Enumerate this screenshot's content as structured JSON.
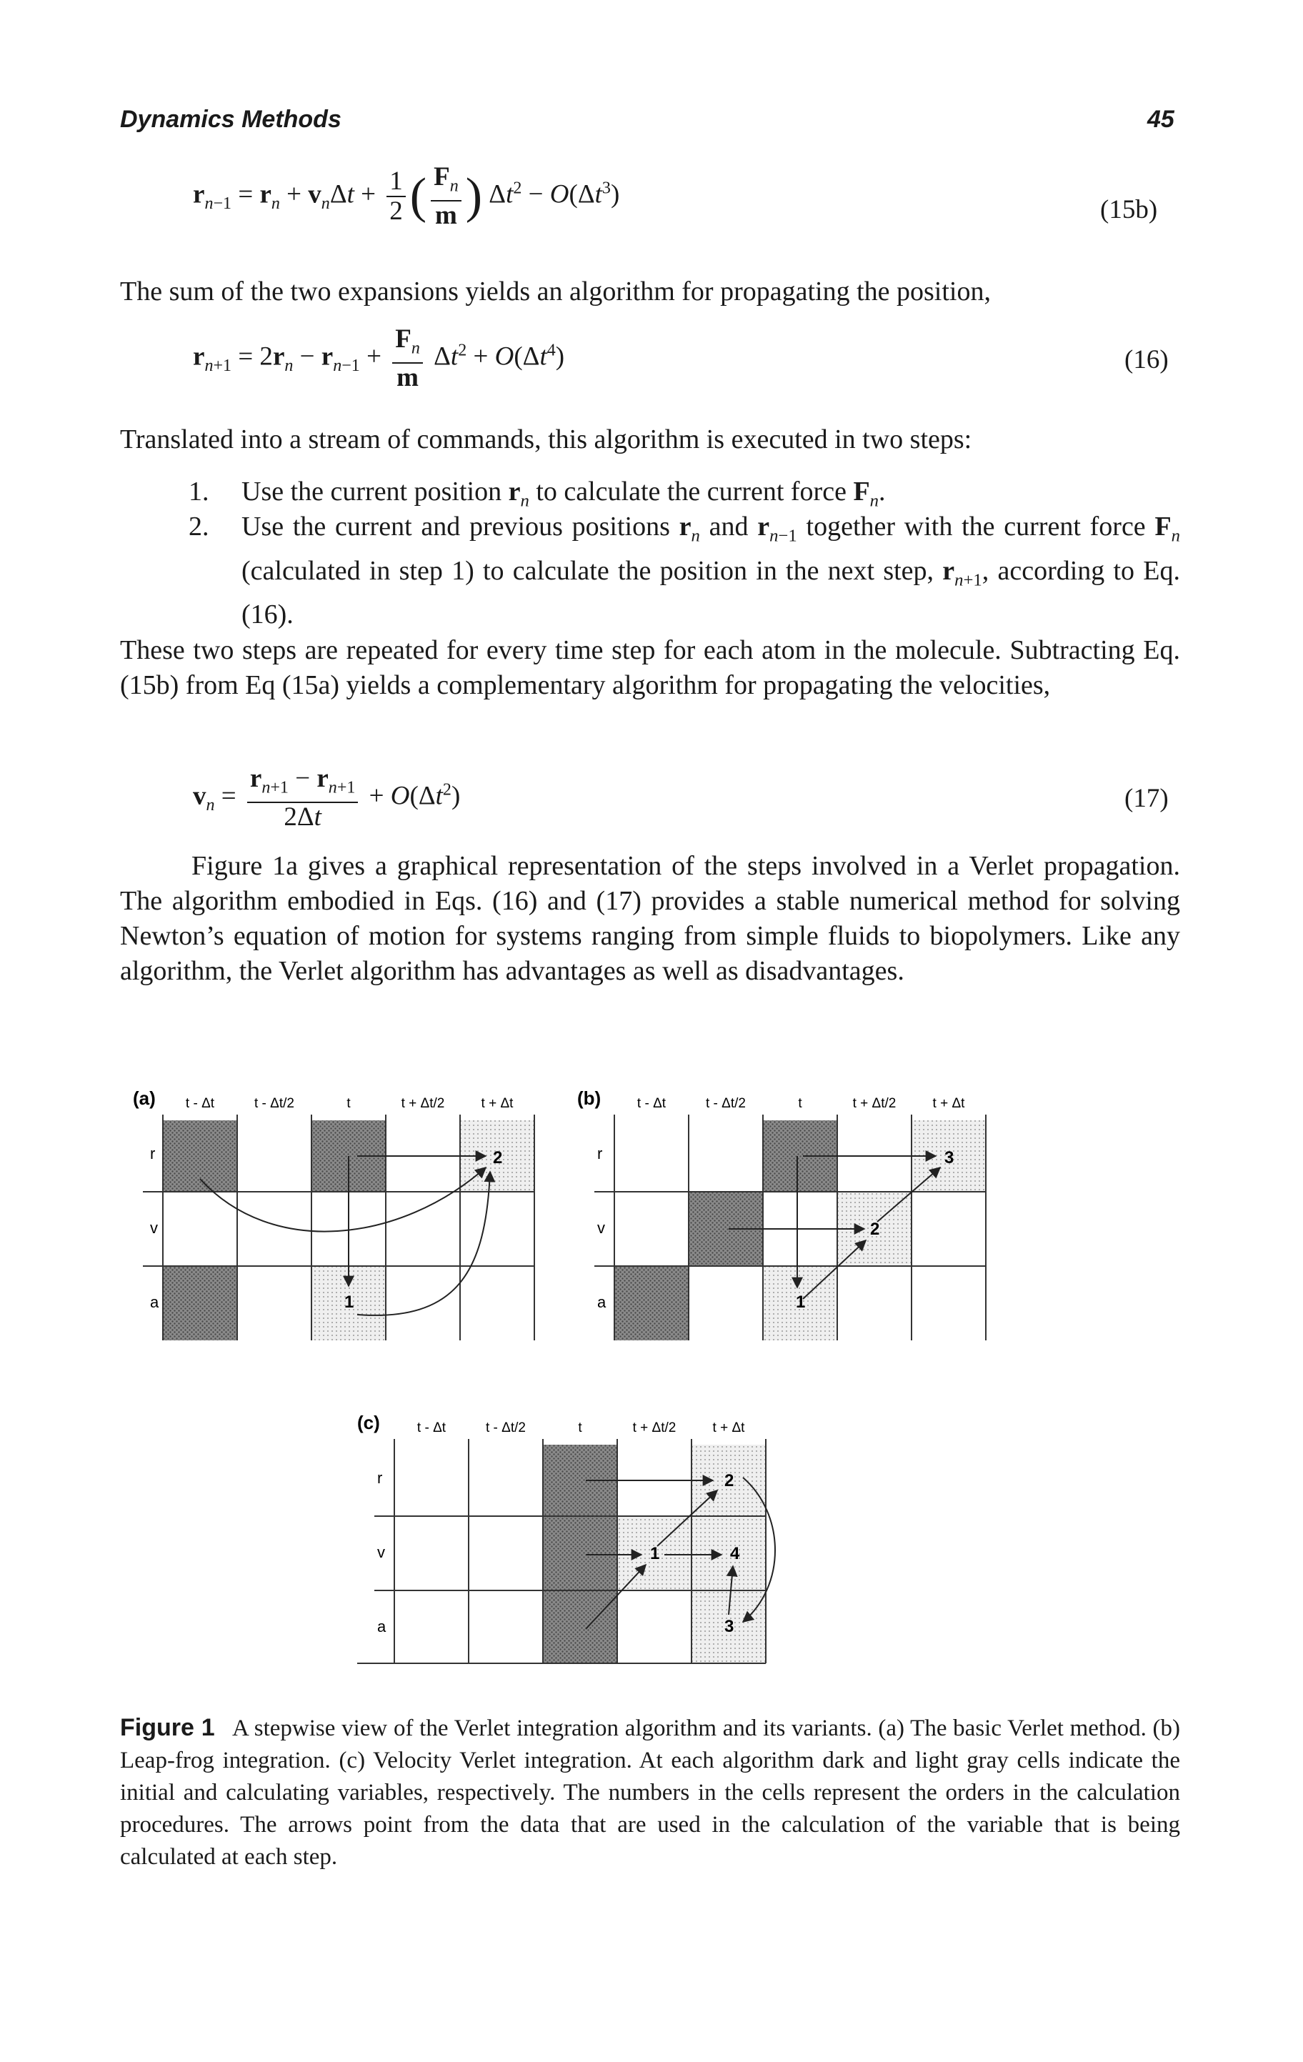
{
  "header": {
    "title": "Dynamics Methods",
    "page_number": "45"
  },
  "equations": {
    "eq15b_label": "(15b)",
    "eq16_label": "(16)",
    "eq17_label": "(17)"
  },
  "paragraphs": {
    "p1": "The sum of the two expansions yields an algorithm for propagating the position,",
    "p2": "Translated into a stream of commands, this algorithm is executed in two steps:",
    "p3": "These two steps are repeated for every time step for each atom in the molecule. Subtracting Eq. (15b) from Eq (15a) yields a complementary algorithm for propagating the velocities,",
    "p4": "Figure 1a gives a graphical representation of the steps involved in a Verlet propagation. The algorithm embodied in Eqs. (16) and (17) provides a stable numerical method for solving Newton’s equation of motion for systems ranging from simple fluids to biopolymers. Like any algorithm, the Verlet algorithm has advantages as well as disadvantages."
  },
  "list": {
    "n1": "1.",
    "n2": "2."
  },
  "figure": {
    "columns": [
      "t - Δt",
      "t - Δt/2",
      "t",
      "t + Δt/2",
      "t + Δt"
    ],
    "rows": [
      "r",
      "v",
      "a"
    ],
    "panel_labels": [
      "(a)",
      "(b)",
      "(c)"
    ],
    "steps": [
      "1",
      "2",
      "3",
      "4"
    ]
  },
  "caption": {
    "label": "Figure 1",
    "text": "A stepwise view of the Verlet integration algorithm and its variants. (a) The basic Verlet method. (b) Leap-frog integration. (c) Velocity Verlet integration. At each algorithm dark and light gray cells indicate the initial and calculating variables, respectively. The numbers in the cells represent the orders in the calculation procedures. The arrows point from the data that are used in the calculation of the variable that is being calculated at each step."
  }
}
